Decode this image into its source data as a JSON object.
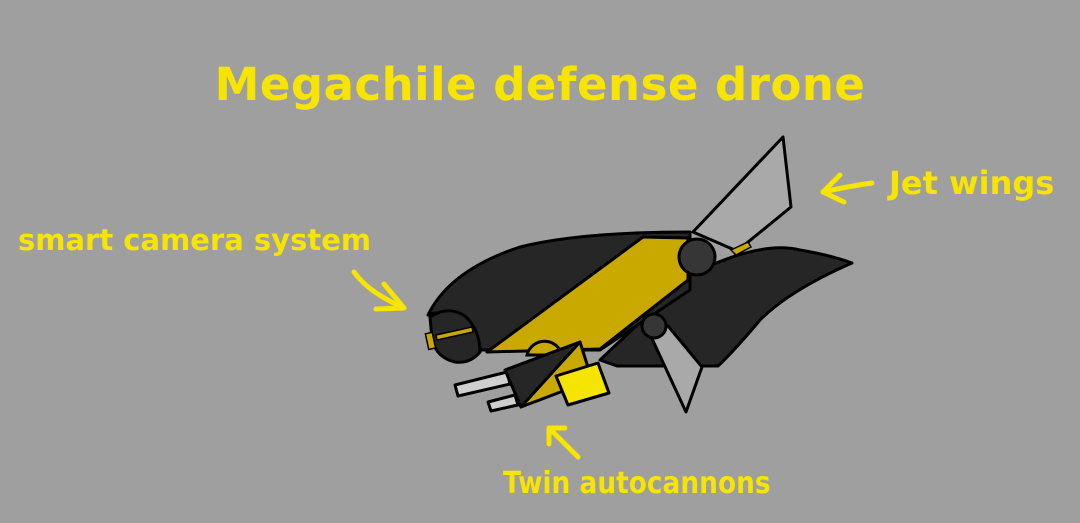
{
  "title": "Megachile defense drone",
  "labels": {
    "camera": "smart camera system",
    "wings": "Jet wings",
    "cannons": "Twin autocannons"
  },
  "colors": {
    "background": "#9f9f9f",
    "text": "#f7e400",
    "body_dark": "#262626",
    "stripe": "#c9a800",
    "wing_gray": "#a9a9a9",
    "accent_yellow": "#f5e400",
    "outline": "#000000"
  },
  "parts": [
    "smart-camera",
    "jet-wing-upper",
    "jet-wing-lower",
    "hull",
    "yellow-stripe",
    "twin-autocannons",
    "ammo-box"
  ]
}
